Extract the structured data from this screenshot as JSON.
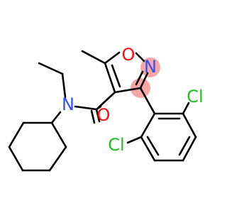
{
  "molecule": {
    "atoms": {
      "o_ring": {
        "label": "O",
        "color": "#ff0d0d"
      },
      "n_ring": {
        "label": "N",
        "color": "#3050f8"
      },
      "n_amide": {
        "label": "N",
        "color": "#3050f8"
      },
      "o_carbonyl": {
        "label": "O",
        "color": "#ff0d0d"
      },
      "cl_upper": {
        "label": "Cl",
        "color": "#1fbf1f"
      },
      "cl_lower": {
        "label": "Cl",
        "color": "#1fbf1f"
      }
    },
    "highlight_color": "#f7a6a6",
    "bond_color": "#000000"
  }
}
